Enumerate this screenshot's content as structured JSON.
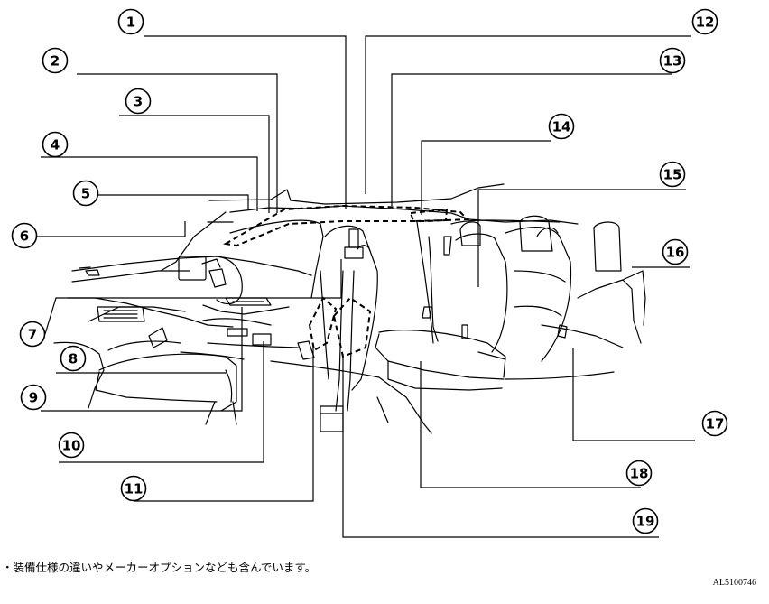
{
  "callouts": [
    "1",
    "2",
    "3",
    "4",
    "5",
    "6",
    "7",
    "8",
    "9",
    "10",
    "11",
    "12",
    "13",
    "14",
    "15",
    "16",
    "17",
    "18",
    "19"
  ],
  "note": "・装備仕様の違いやメーカーオプションなども含んでいます。",
  "figure_code": "AL5100746"
}
